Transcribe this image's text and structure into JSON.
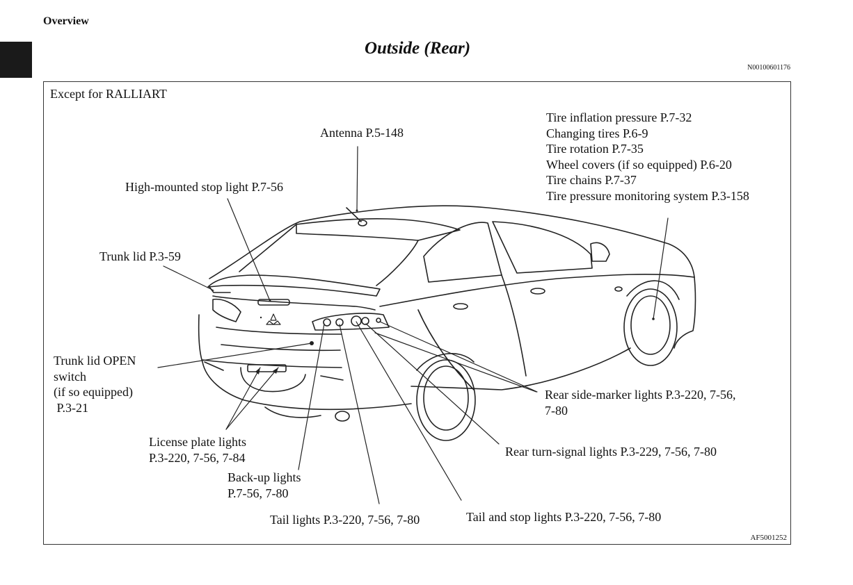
{
  "header": {
    "section": "Overview",
    "title": "Outside (Rear)",
    "doc_id": "N00100601176"
  },
  "figure": {
    "variant_note": "Except for RALLIART",
    "figure_code": "AF5001252",
    "labels": {
      "antenna": "Antenna P.5-148",
      "high_mounted_stop": "High-mounted stop light P.7-56",
      "trunk_lid": "Trunk lid P.3-59",
      "trunk_switch_1": "Trunk lid OPEN",
      "trunk_switch_2": "switch",
      "trunk_switch_3": "(if so equipped)",
      "trunk_switch_4": " P.3-21",
      "license_1": "License plate lights",
      "license_2": "P.3-220, 7-56, 7-84",
      "backup_1": "Back-up lights",
      "backup_2": "P.7-56, 7-80",
      "tail": "Tail lights P.3-220, 7-56, 7-80",
      "tail_stop": "Tail and stop lights P.3-220, 7-56, 7-80",
      "turn_signal": "Rear turn-signal lights P.3-229, 7-56, 7-80",
      "side_marker_1": "Rear side-marker lights P.3-220, 7-56,",
      "side_marker_2": "7-80",
      "tire_1": "Tire inflation pressure P.7-32",
      "tire_2": "Changing tires P.6-9",
      "tire_3": "Tire rotation P.7-35",
      "tire_4": "Wheel covers (if so equipped) P.6-20",
      "tire_5": "Tire chains P.7-37",
      "tire_6": "Tire pressure monitoring system P.3-158"
    }
  }
}
